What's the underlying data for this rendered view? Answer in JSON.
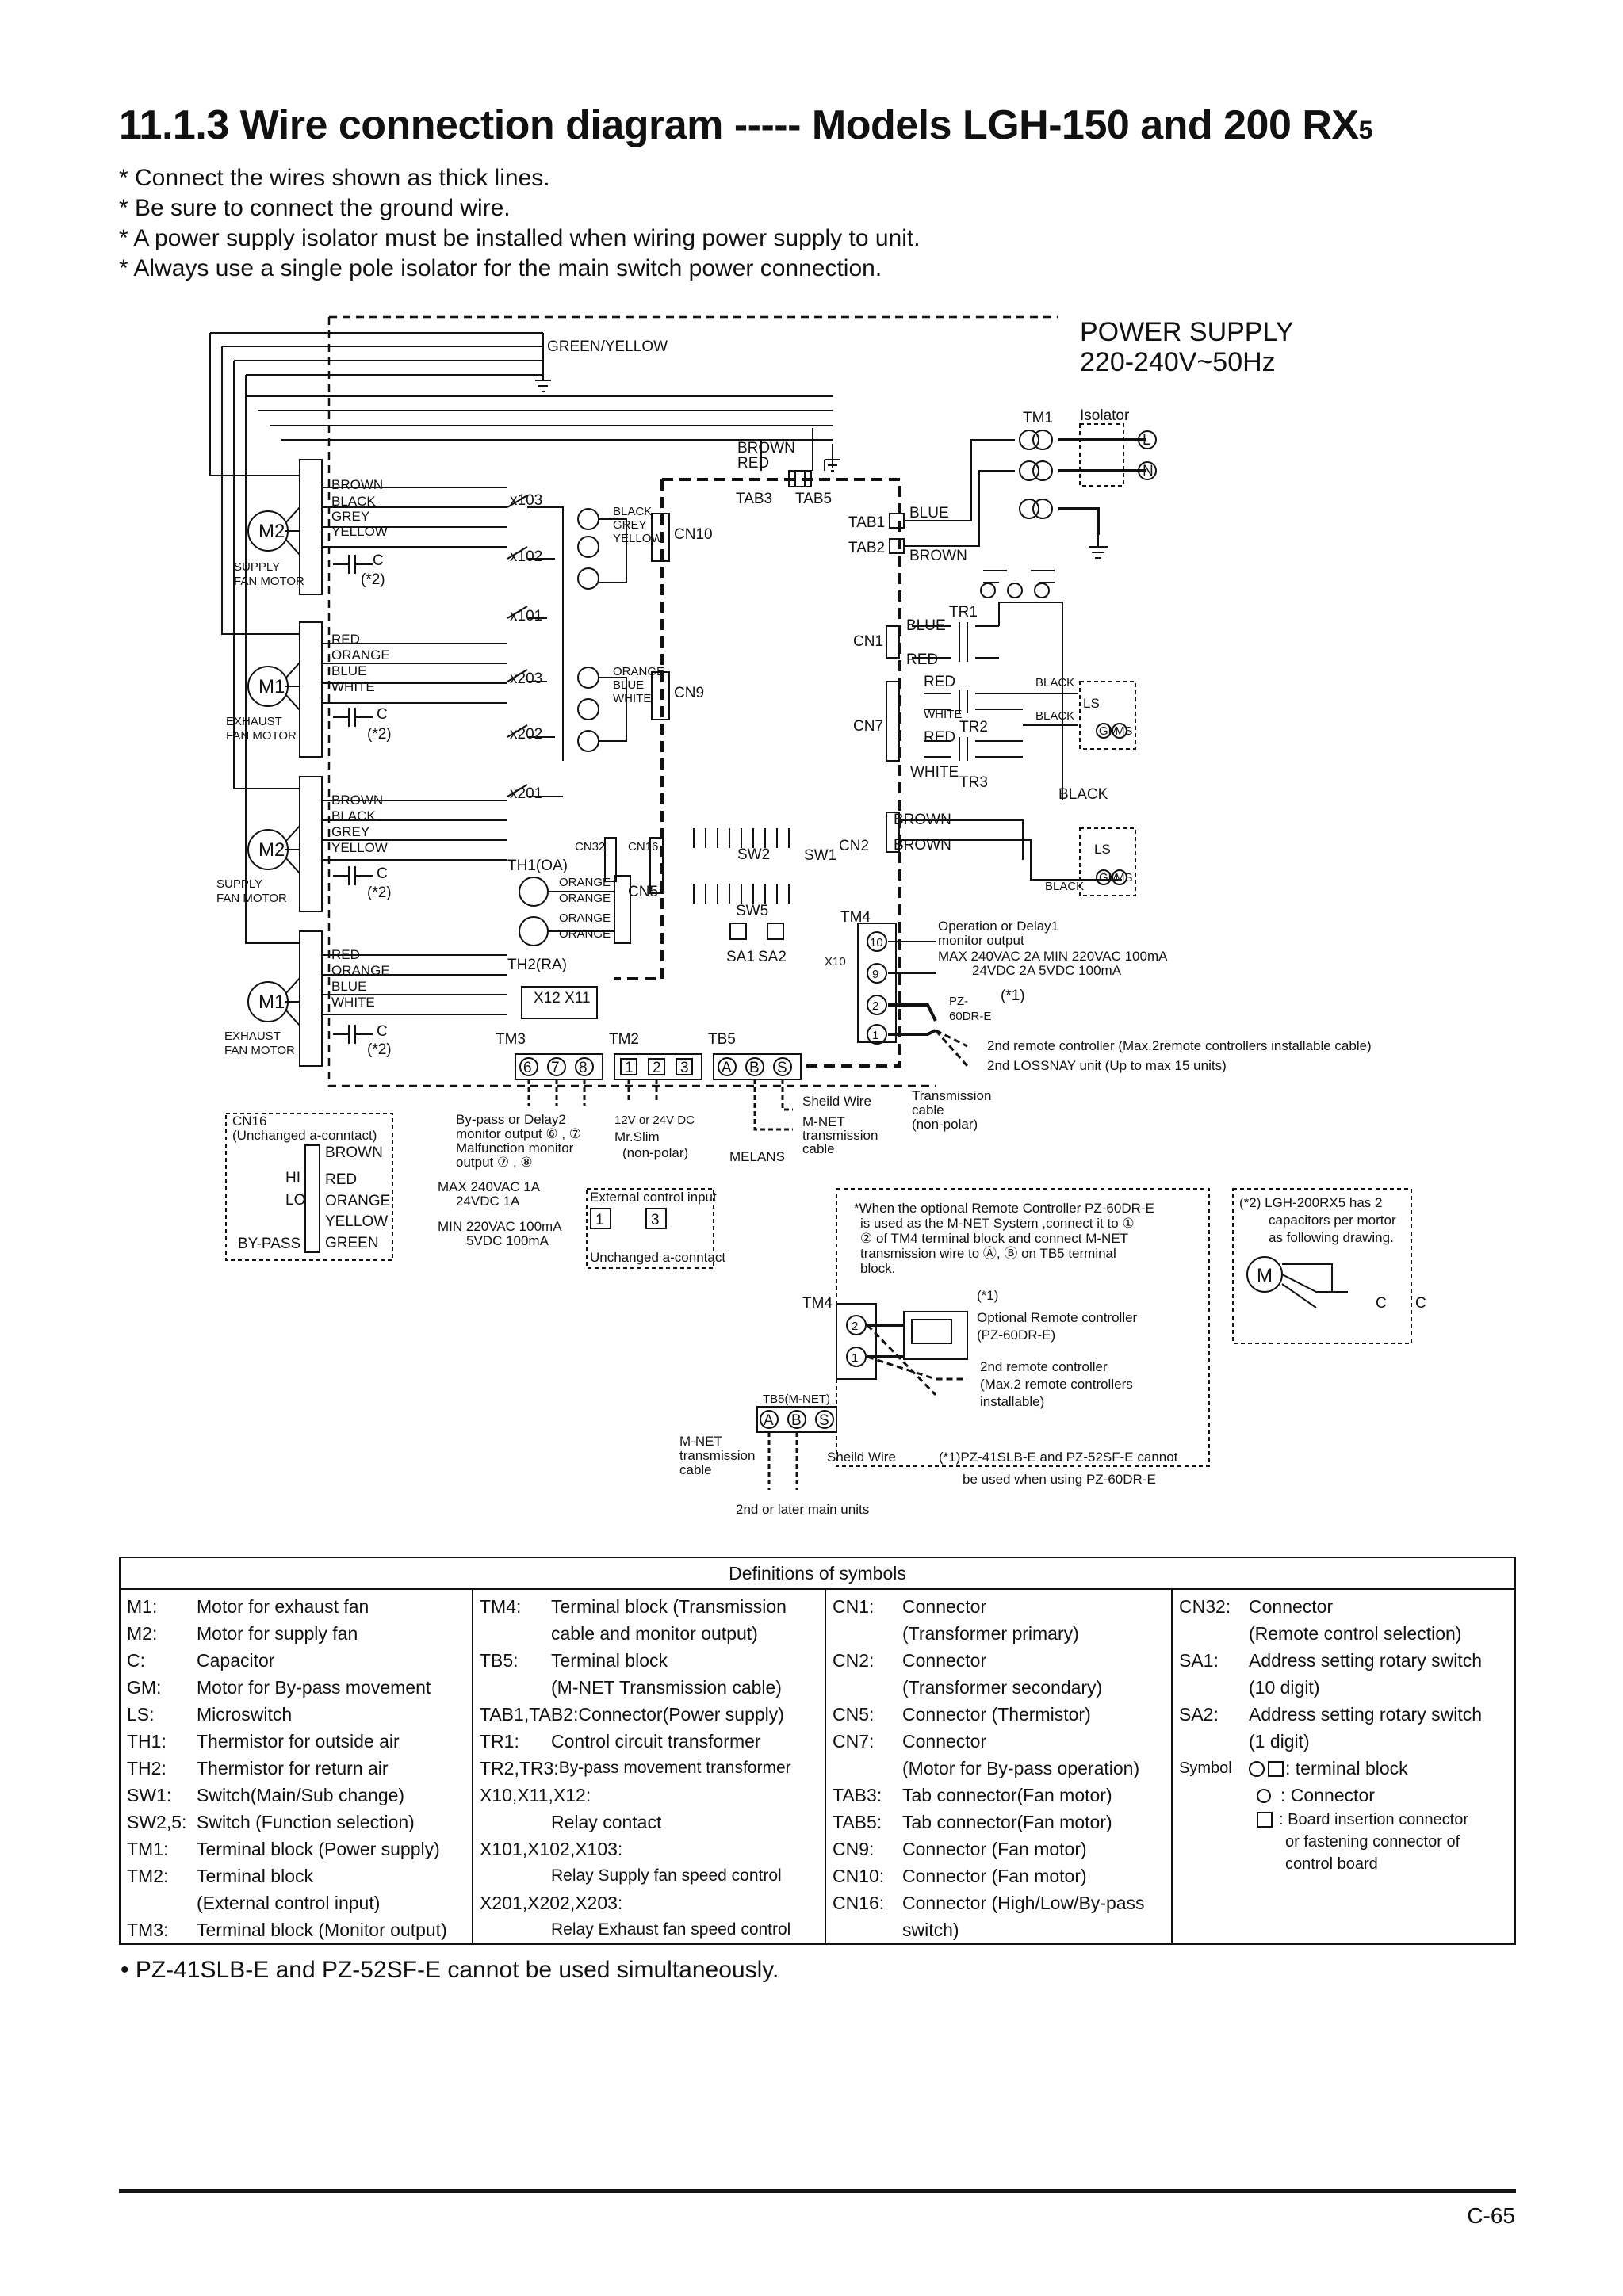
{
  "header": {
    "title": "11.1.3 Wire connection diagram ----- Models LGH-150 and 200 RX",
    "title_subscript": "5"
  },
  "notes": [
    "* Connect the wires shown as thick lines.",
    "* Be sure to connect the ground wire.",
    "* A power supply isolator must be installed when wiring power supply to unit.",
    "* Always use a single pole isolator for the main switch power connection."
  ],
  "diagram": {
    "power_supply": "POWER SUPPLY",
    "voltage": "220-240V~50Hz",
    "green_yellow": "GREEN/YELLOW",
    "isolator": "Isolator",
    "tm1": "TM1",
    "L": "L",
    "N": "N",
    "motors": [
      {
        "sym": "M2",
        "name_1": "SUPPLY",
        "name_2": "FAN MOTOR",
        "wires": [
          "BROWN",
          "BLACK",
          "GREY",
          "YELLOW"
        ]
      },
      {
        "sym": "M1",
        "name_1": "EXHAUST",
        "name_2": "FAN MOTOR",
        "wires": [
          "RED",
          "ORANGE",
          "BLUE",
          "WHITE"
        ]
      },
      {
        "sym": "M2",
        "name_1": "SUPPLY",
        "name_2": "FAN MOTOR",
        "wires": [
          "BROWN",
          "BLACK",
          "GREY",
          "YELLOW"
        ]
      },
      {
        "sym": "M1",
        "name_1": "EXHAUST",
        "name_2": "FAN MOTOR",
        "wires": [
          "RED",
          "ORANGE",
          "BLUE",
          "WHITE"
        ]
      }
    ],
    "cap_c": "C",
    "cap_note": "(*2)",
    "relays": [
      "x103",
      "x102",
      "x101",
      "x203",
      "x202",
      "x201"
    ],
    "cn10": "CN10",
    "cn9": "CN9",
    "cn10_wires": [
      "BLACK",
      "GREY",
      "YELLOW"
    ],
    "cn9_wires": [
      "ORANGE",
      "BLUE",
      "WHITE"
    ],
    "brown": "BROWN",
    "red": "RED",
    "tab3": "TAB3",
    "tab5": "TAB5",
    "tab1": "TAB1",
    "tab2": "TAB2",
    "blue": "BLUE",
    "cn1": "CN1",
    "cn7": "CN7",
    "cn2": "CN2",
    "tr1": "TR1",
    "tr2": "TR2",
    "tr3": "TR3",
    "white": "WHITE",
    "black": "BLACK",
    "ls": "LS",
    "gm": "GM",
    "ms": "MS",
    "cn32": "CN32",
    "cn16": "CN16",
    "cn5": "CN5",
    "sw2": "SW2",
    "sw1": "SW1",
    "sw5": "SW5",
    "sa1": "SA1",
    "sa2": "SA2",
    "th1": "TH1(OA)",
    "th2": "TH2(RA)",
    "orange": "ORANGE",
    "x12x11": "X12 X11",
    "tm3": "TM3",
    "tm2": "TM2",
    "tb5": "TB5",
    "tm4": "TM4",
    "x10": "X10",
    "terminals_tm3": [
      "6",
      "7",
      "8"
    ],
    "terminals_tm2": [
      "1",
      "2",
      "3"
    ],
    "terminals_tb5": [
      "A",
      "B",
      "S"
    ],
    "tm4_terms": [
      "10",
      "9",
      "2",
      "1"
    ],
    "op_delay": "Operation or Delay1",
    "monitor_output": "monitor output",
    "max_rating": "MAX 240VAC 2A   MIN 220VAC 100mA",
    "max_rating_2": "24VDC  2A          5VDC    100mA",
    "pz60": "PZ-",
    "pz60b": "60DR-E",
    "star1": "(*1)",
    "rc2": "2nd remote controller (Max.2remote controllers installable cable)",
    "lossnay2": "2nd LOSSNAY unit (Up to max 15 units)",
    "transmission": "Transmission",
    "cable": "cable",
    "non_polar": "(non-polar)",
    "sheild_wire": "Sheild Wire",
    "mnet": "M-NET",
    "mnet_tc": "transmission",
    "melans": "MELANS",
    "bypass_1": "By-pass or Delay2",
    "bypass_2": "monitor output ⑥ , ⑦",
    "bypass_3": "Malfunction monitor",
    "bypass_4": "output ⑦ , ⑧",
    "dc_label": "12V or 24V   DC",
    "mrslim": "Mr.Slim",
    "max_tm3": "MAX 240VAC 1A",
    "max_tm3b": "24VDC  1A",
    "min_tm3": "MIN 220VAC 100mA",
    "min_tm3b": "5VDC   100mA",
    "ext_input": "External control input",
    "unchanged": "Unchanged a-conntact",
    "cn16_box": "CN16",
    "cn16_box2": "(Unchanged a-conntact)",
    "cn16_wires": [
      "BROWN",
      "RED",
      "ORANGE",
      "YELLOW",
      "GREEN"
    ],
    "hi": "HI",
    "lo": "LO",
    "by_pass": "BY-PASS",
    "opt_note": [
      "*When the optional Remote Controller PZ-60DR-E",
      "is used as the M-NET System ,connect it to ①",
      "② of TM4 terminal block and connect M-NET",
      "transmission wire to Ⓐ, Ⓑ on TB5 terminal",
      "block."
    ],
    "opt_rc": "Optional Remote controller",
    "opt_rc2": "(PZ-60DR-E)",
    "rc2b": "2nd remote controller",
    "rc2c": "(Max.2 remote controllers",
    "rc2d": "installable)",
    "tb5mnet": "TB5(M-NET)",
    "note_pz41": "(*1)PZ-41SLB-E and PZ-52SF-E cannot",
    "note_pz41b": "be used when using PZ-60DR-E",
    "later_units": "2nd or later main units",
    "note2_1": "(*2) LGH-200RX5 has 2",
    "note2_2": "capacitors per mortor",
    "note2_3": "as following drawing.",
    "M": "M"
  },
  "definitions": {
    "header": "Definitions of symbols",
    "col1": [
      [
        "M1:",
        "Motor for exhaust fan"
      ],
      [
        "M2:",
        "Motor for supply fan"
      ],
      [
        "C:",
        "Capacitor"
      ],
      [
        "GM:",
        "Motor for By-pass movement"
      ],
      [
        "LS:",
        "Microswitch"
      ],
      [
        "TH1:",
        "Thermistor for outside air"
      ],
      [
        "TH2:",
        "Thermistor for return air"
      ],
      [
        "SW1:",
        "Switch(Main/Sub change)"
      ],
      [
        "SW2,5:",
        "Switch (Function selection)"
      ],
      [
        "TM1:",
        "Terminal block (Power supply)"
      ],
      [
        "TM2:",
        "Terminal block"
      ],
      [
        "",
        "(External control input)"
      ],
      [
        "TM3:",
        "Terminal block (Monitor output)"
      ]
    ],
    "col2": [
      [
        "TM4:",
        "Terminal block (Transmission"
      ],
      [
        "",
        "cable and monitor output)"
      ],
      [
        "TB5:",
        "Terminal block"
      ],
      [
        "",
        "(M-NET Transmission cable)"
      ],
      [
        "TAB1,TAB2:",
        "Connector(Power supply)"
      ],
      [
        "TR1:",
        "Control circuit transformer"
      ],
      [
        "TR2,TR3:",
        "By-pass movement transformer"
      ],
      [
        "X10,X11,X12:",
        ""
      ],
      [
        "",
        "Relay contact"
      ],
      [
        "X101,X102,X103:",
        ""
      ],
      [
        "",
        "Relay Supply fan speed control"
      ],
      [
        "X201,X202,X203:",
        ""
      ],
      [
        "",
        "Relay Exhaust fan speed control"
      ]
    ],
    "col3": [
      [
        "CN1:",
        "Connector"
      ],
      [
        "",
        "(Transformer primary)"
      ],
      [
        "CN2:",
        "Connector"
      ],
      [
        "",
        "(Transformer secondary)"
      ],
      [
        "CN5:",
        "Connector (Thermistor)"
      ],
      [
        "CN7:",
        "Connector"
      ],
      [
        "",
        "(Motor for By-pass operation)"
      ],
      [
        "TAB3:",
        "Tab connector(Fan motor)"
      ],
      [
        "TAB5:",
        "Tab connector(Fan motor)"
      ],
      [
        "CN9:",
        "Connector (Fan motor)"
      ],
      [
        "CN10:",
        "Connector (Fan motor)"
      ],
      [
        "CN16:",
        "Connector (High/Low/By-pass"
      ],
      [
        "",
        "switch)"
      ]
    ],
    "col4": [
      [
        "CN32:",
        "Connector"
      ],
      [
        "",
        "(Remote control selection)"
      ],
      [
        "SA1:",
        "Address setting rotary switch"
      ],
      [
        "",
        "(10 digit)"
      ],
      [
        "SA2:",
        "Address setting rotary switch"
      ],
      [
        "",
        "(1 digit)"
      ]
    ],
    "symbol_label": "Symbol",
    "sym_terminal": ": terminal block",
    "sym_connector": ": Connector",
    "sym_board": ": Board insertion connector",
    "sym_board2": "or fastening connector of",
    "sym_board3": "control board"
  },
  "footnote": "• PZ-41SLB-E and PZ-52SF-E cannot be used simultaneously.",
  "page_number": "C-65"
}
